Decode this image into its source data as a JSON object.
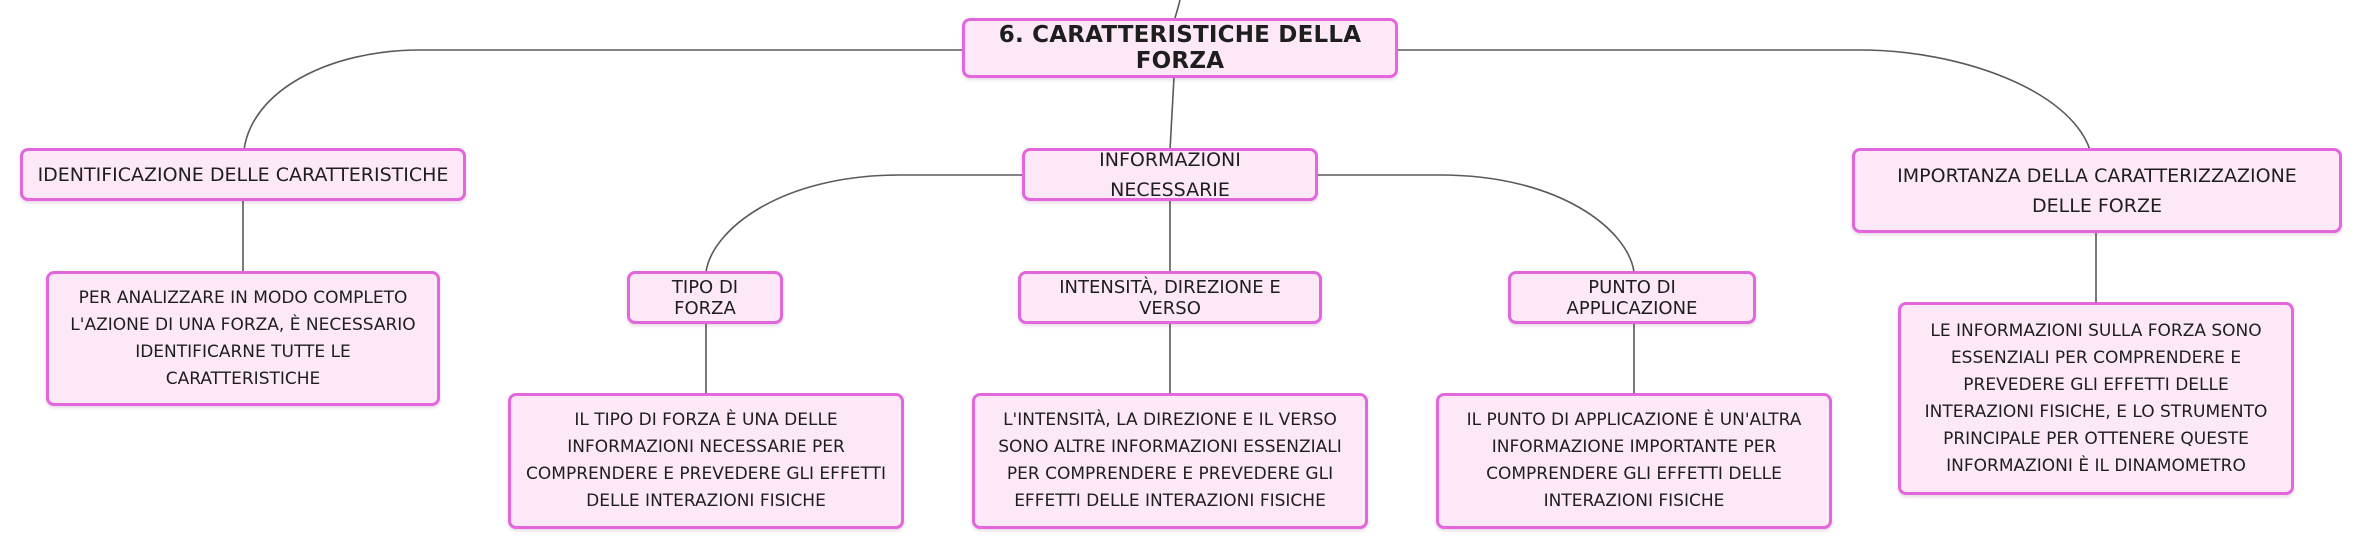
{
  "theme": {
    "node_fill": "#fde8f8",
    "node_border": "#e266dc",
    "connector": "#5a5a5a"
  },
  "diagram": {
    "root": "6. CARATTERISTICHE DELLA FORZA",
    "identificazione": {
      "title": "IDENTIFICAZIONE DELLE CARATTERISTICHE",
      "desc": "PER ANALIZZARE IN MODO COMPLETO L'AZIONE DI UNA FORZA, È NECESSARIO IDENTIFICARNE TUTTE LE CARATTERISTICHE"
    },
    "informazioni": {
      "title": "INFORMAZIONI NECESSARIE",
      "tipo": {
        "title": "TIPO DI FORZA",
        "desc": "IL TIPO DI FORZA È UNA DELLE INFORMAZIONI NECESSARIE PER COMPRENDERE E PREVEDERE GLI EFFETTI DELLE INTERAZIONI FISICHE"
      },
      "intensita": {
        "title": "INTENSITÀ, DIREZIONE E VERSO",
        "desc": "L'INTENSITÀ, LA DIREZIONE E IL VERSO SONO ALTRE INFORMAZIONI ESSENZIALI PER COMPRENDERE E PREVEDERE GLI EFFETTI DELLE INTERAZIONI FISICHE"
      },
      "punto": {
        "title": "PUNTO DI APPLICAZIONE",
        "desc": "IL PUNTO DI APPLICAZIONE È UN'ALTRA INFORMAZIONE IMPORTANTE PER COMPRENDERE GLI EFFETTI DELLE INTERAZIONI FISICHE"
      }
    },
    "importanza": {
      "title": "IMPORTANZA DELLA CARATTERIZZAZIONE DELLE FORZE",
      "desc": "LE INFORMAZIONI SULLA FORZA SONO ESSENZIALI PER COMPRENDERE E PREVEDERE GLI EFFETTI DELLE INTERAZIONI FISICHE, E LO STRUMENTO PRINCIPALE PER OTTENERE QUESTE INFORMAZIONI È IL DINAMOMETRO"
    }
  }
}
